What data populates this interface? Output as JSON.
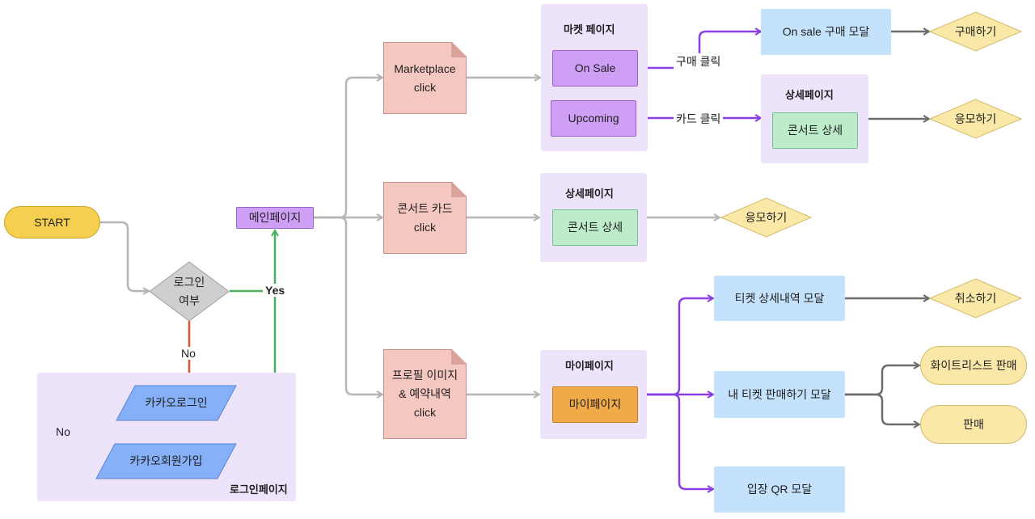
{
  "start": "START",
  "login_check": [
    "로그인",
    "여부"
  ],
  "edge_labels": {
    "yes": "Yes",
    "no_1": "No",
    "no_2": "No",
    "buy_click": "구매 클릭",
    "card_click": "카드 클릭"
  },
  "login_page": {
    "title": "로그인페이지",
    "kakao_login": "카카오로그인",
    "kakao_signup": "카카오회원가입"
  },
  "main_page": "메인페이지",
  "docs": {
    "marketplace": [
      "Marketplace",
      "click"
    ],
    "concert_card": [
      "콘서트 카드",
      "click"
    ],
    "profile": [
      "프로필 이미지",
      "& 예약내역",
      "click"
    ]
  },
  "market_page": {
    "title": "마켓 페이지",
    "on_sale": "On Sale",
    "upcoming": "Upcoming"
  },
  "detail_page_top": {
    "title": "상세페이지",
    "concert_detail": "콘서트 상세"
  },
  "detail_page_mid": {
    "title": "상세페이지",
    "concert_detail": "콘서트 상세"
  },
  "my_page": {
    "title": "마이페이지",
    "button": "마이페이지"
  },
  "modals": {
    "on_sale_buy": "On sale 구매 모달",
    "ticket_detail": "티켓 상세내역 모달",
    "ticket_sell": "내 티켓 판매하기 모달",
    "entry_qr": "입장 QR 모달"
  },
  "actions": {
    "buy": "구매하기",
    "apply_1": "응모하기",
    "apply_2": "응모하기",
    "cancel": "취소하기",
    "whitelist_sell": "화이트리스트 판매",
    "sell": "판매"
  },
  "colors": {
    "gray_line": "#b5b5b5",
    "dark_line": "#6d6d6d",
    "purple_line": "#8a3fe6",
    "green_line": "#4caf5f",
    "red_line": "#e0532f"
  }
}
